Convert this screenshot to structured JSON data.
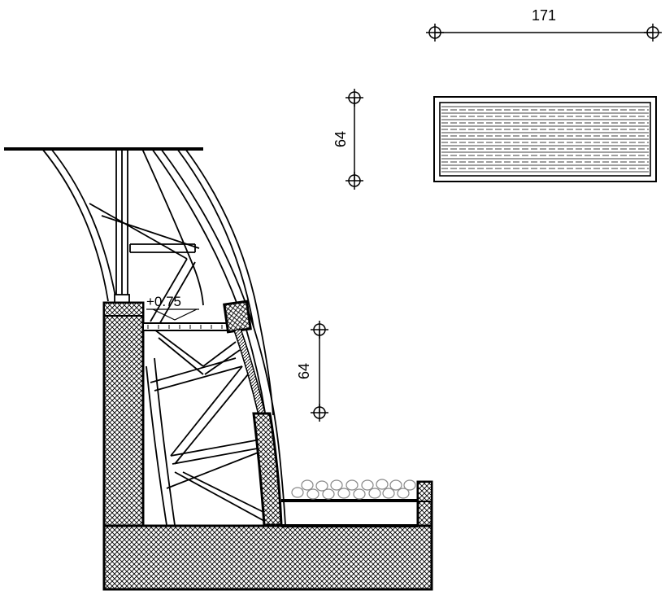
{
  "drawing": {
    "dimension_top": "171",
    "dimension_side": "64",
    "dimension_middle": "64",
    "elevation_label": "+0.75"
  },
  "colors": {
    "line": "#000000",
    "hatch": "#000000",
    "background": "#ffffff",
    "gravel": "#888888"
  }
}
